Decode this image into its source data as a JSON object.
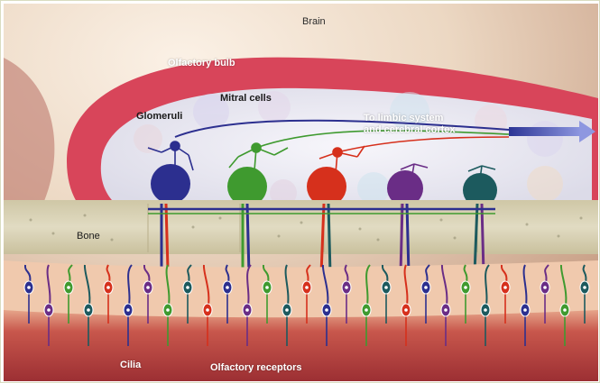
{
  "labels": {
    "brain": "Brain",
    "olfactory_bulb": "Olfactory bulb",
    "mitral_cells": "Mitral cells",
    "glomeruli": "Glomeruli",
    "limbic_line1": "To limbic system",
    "limbic_line2": "and cerebral cortex",
    "bone": "Bone",
    "cilia": "Cilia",
    "olfactory_receptors": "Olfactory receptors"
  },
  "colors": {
    "brain_bg": "#ead6c1",
    "bulb_outer": "#d8455a",
    "bulb_inner": "#efeef3",
    "bone": "#d6cfb0",
    "epithelium": "#f0c9ad",
    "lower_tissue": "#b8423f",
    "blue": "#2c2f8f",
    "green": "#3f9a2f",
    "red": "#d6301c",
    "purple": "#6a2d86",
    "teal": "#1c5a5e",
    "arrow": "#4b55b5"
  }
}
